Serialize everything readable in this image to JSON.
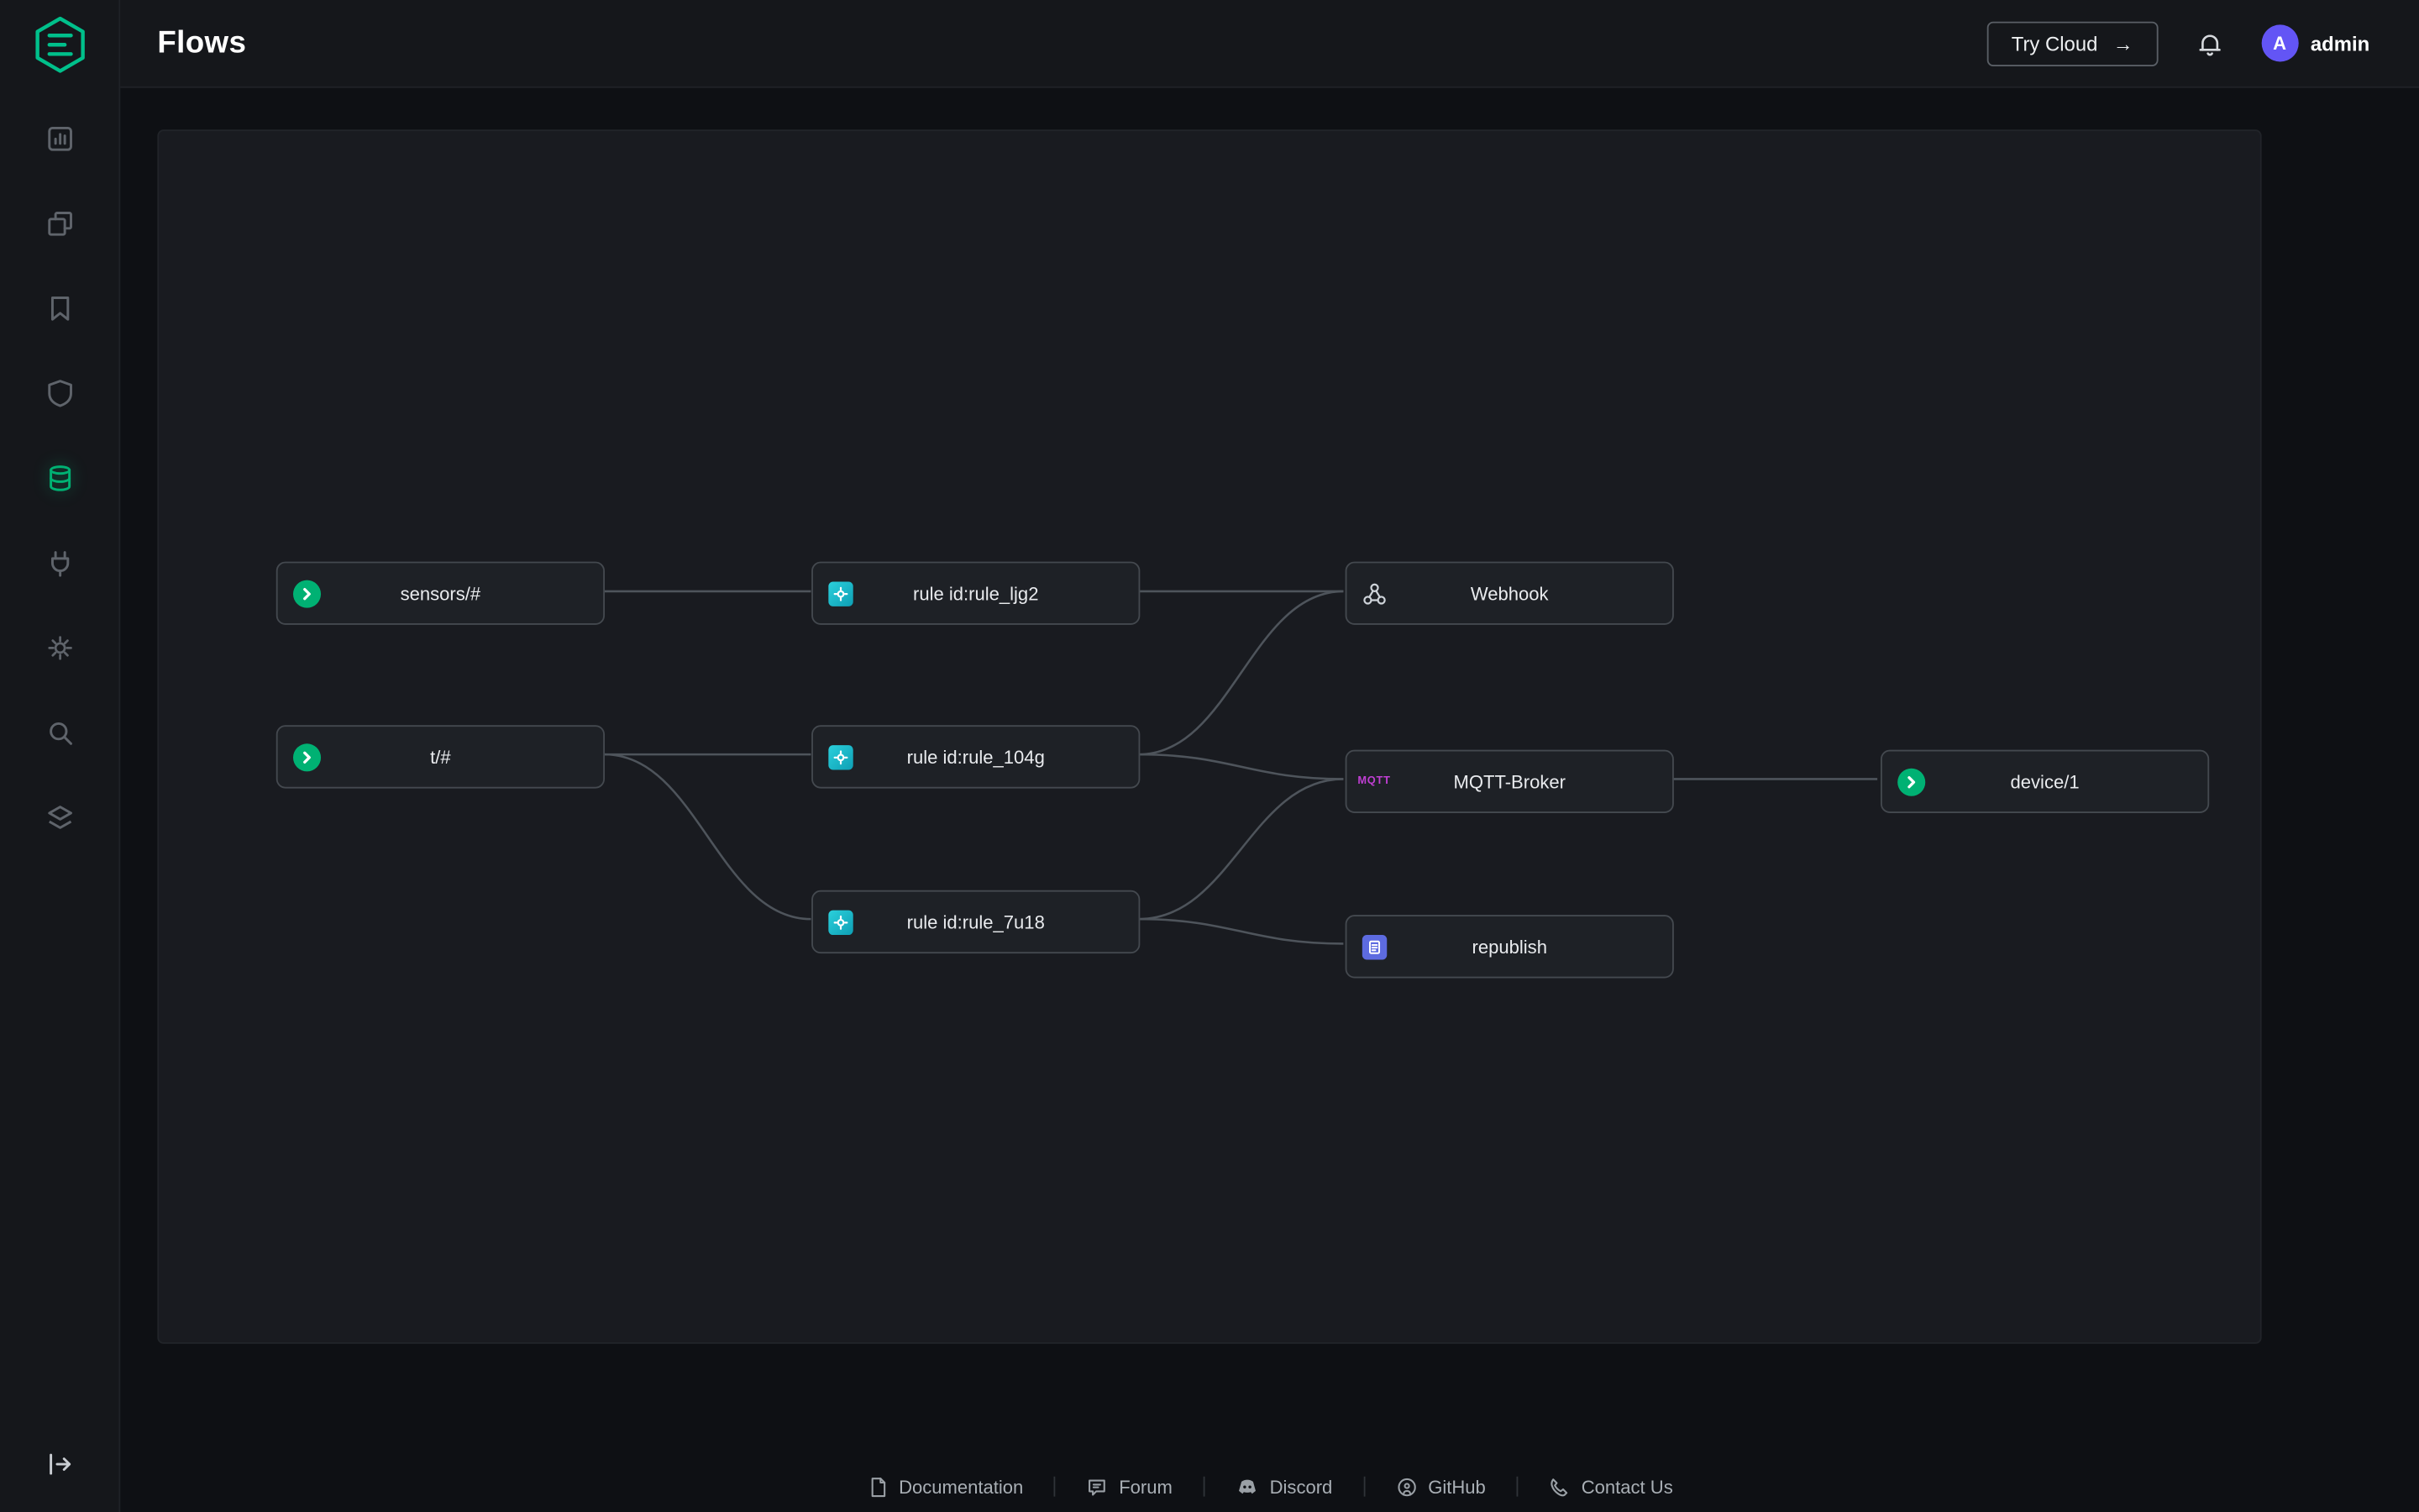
{
  "header": {
    "title": "Flows",
    "try_cloud": {
      "label": "Try Cloud",
      "arrow": "→"
    },
    "user": {
      "name": "admin",
      "initial": "A"
    }
  },
  "sidebar": {
    "logo_icon": "emqx-logo",
    "items": [
      {
        "icon": "monitoring-icon",
        "active": false
      },
      {
        "icon": "connections-icon",
        "active": false
      },
      {
        "icon": "subscriptions-icon",
        "active": false
      },
      {
        "icon": "access-control-icon",
        "active": false
      },
      {
        "icon": "data-integration-icon",
        "active": true
      },
      {
        "icon": "extensions-icon",
        "active": false
      },
      {
        "icon": "plugins-icon",
        "active": false
      },
      {
        "icon": "diagnose-icon",
        "active": false
      },
      {
        "icon": "system-icon",
        "active": false
      }
    ],
    "collapse_icon": "collapse-sidebar-icon"
  },
  "flow": {
    "mqtt_badge": "MQTT",
    "nodes": [
      {
        "id": "sensors",
        "label": "sensors/#",
        "icon": "topic-source-icon"
      },
      {
        "id": "t",
        "label": "t/#",
        "icon": "topic-source-icon"
      },
      {
        "id": "rule_ljg2",
        "label": "rule id:rule_ljg2",
        "icon": "rule-icon"
      },
      {
        "id": "rule_104g",
        "label": "rule id:rule_104g",
        "icon": "rule-icon"
      },
      {
        "id": "rule_7u18",
        "label": "rule id:rule_7u18",
        "icon": "rule-icon"
      },
      {
        "id": "webhook",
        "label": "Webhook",
        "icon": "webhook-icon"
      },
      {
        "id": "mqtt_broker",
        "label": "MQTT-Broker",
        "icon": "mqtt-icon"
      },
      {
        "id": "republish",
        "label": "republish",
        "icon": "republish-icon"
      },
      {
        "id": "device_1",
        "label": "device/1",
        "icon": "topic-sink-icon"
      }
    ],
    "edges": [
      {
        "from": "sensors",
        "to": "rule_ljg2"
      },
      {
        "from": "t",
        "to": "rule_104g"
      },
      {
        "from": "t",
        "to": "rule_7u18"
      },
      {
        "from": "rule_ljg2",
        "to": "webhook"
      },
      {
        "from": "rule_104g",
        "to": "webhook"
      },
      {
        "from": "rule_104g",
        "to": "mqtt_broker"
      },
      {
        "from": "rule_7u18",
        "to": "mqtt_broker"
      },
      {
        "from": "rule_7u18",
        "to": "republish"
      },
      {
        "from": "mqtt_broker",
        "to": "device_1"
      }
    ]
  },
  "footer": {
    "links": [
      {
        "label": "Documentation",
        "icon": "document-icon"
      },
      {
        "label": "Forum",
        "icon": "forum-icon"
      },
      {
        "label": "Discord",
        "icon": "discord-icon"
      },
      {
        "label": "GitHub",
        "icon": "github-icon"
      },
      {
        "label": "Contact Us",
        "icon": "contact-icon"
      }
    ]
  },
  "colors": {
    "accent_green": "#00b173",
    "avatar_purple": "#6355f5",
    "mqtt_purple": "#c13fd4",
    "rule_teal": "#17b8c4",
    "republish_indigo": "#5d6be0"
  }
}
